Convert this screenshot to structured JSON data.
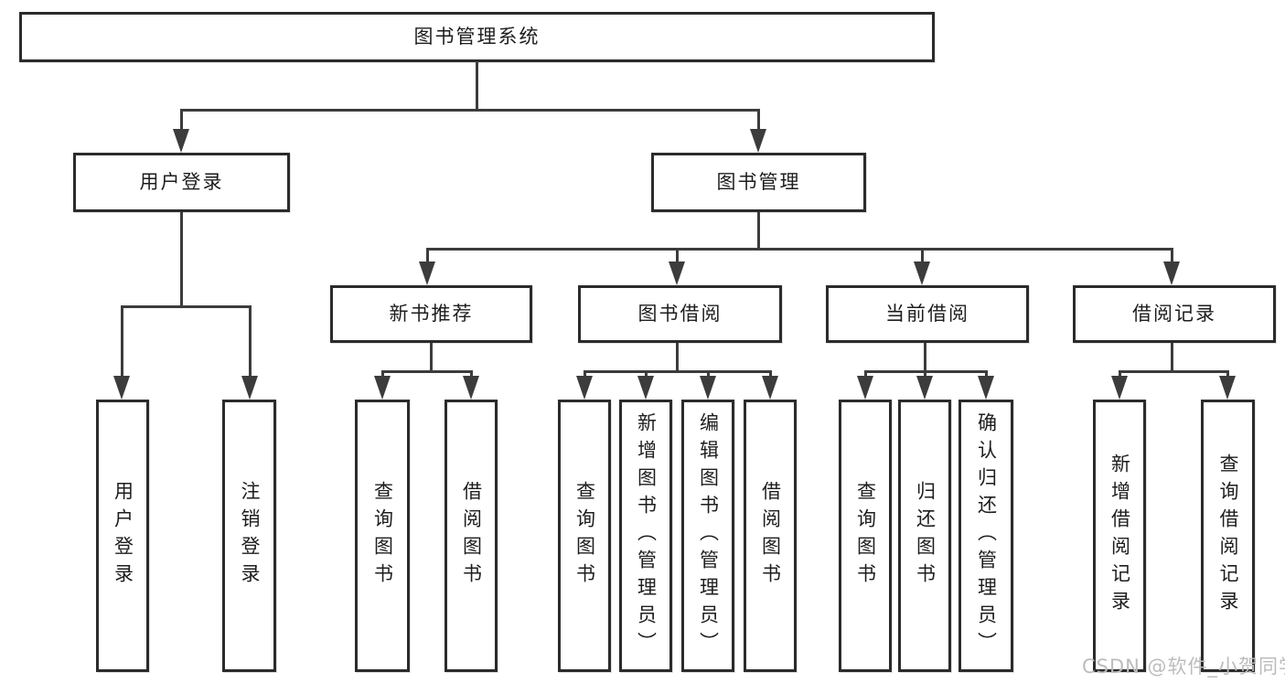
{
  "tree": {
    "root": "图书管理系统",
    "level2": [
      "用户登录",
      "图书管理"
    ],
    "level3": [
      "新书推荐",
      "图书借阅",
      "当前借阅",
      "借阅记录"
    ],
    "leaves": {
      "user_login": [
        "用户登录",
        "注销登录"
      ],
      "new_book": [
        "查询图书",
        "借阅图书"
      ],
      "book_borrow": [
        "查询图书",
        "新增图书（管理员）",
        "编辑图书（管理员）",
        "借阅图书"
      ],
      "current_borrow": [
        "查询图书",
        "归还图书",
        "确认归还（管理员）"
      ],
      "borrow_records": [
        "新增借阅记录",
        "查询借阅记录"
      ]
    }
  },
  "watermark": "CSDN @软件_小贺同学",
  "colors": {
    "line": "#3c3c3c",
    "box_border": "#2b2b2b",
    "text": "#1d1d1d",
    "watermark": "#bcbcbc",
    "background": "#ffffff"
  }
}
